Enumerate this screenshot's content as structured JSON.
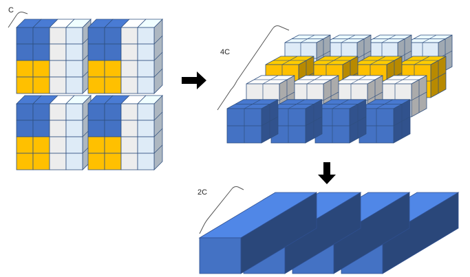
{
  "labels": {
    "block_size": "C",
    "rearranged_depth": "4C",
    "merged_depth": "2C"
  },
  "stages": {
    "input": {
      "groups": 4,
      "group_grid": "4x4"
    },
    "rearranged": {
      "rows": 3,
      "cubes_per_row": 4,
      "row_colors": [
        "#DEEBF7",
        "#FFC000",
        "#EDEDED"
      ],
      "front_row_color": "#4472C4"
    },
    "merged": {
      "bars": 4
    }
  },
  "colors": {
    "blue": "#4472C4",
    "yellow": "#FFC000",
    "gray": "#EDEDED",
    "light_blue": "#DEEBF7",
    "grid_line": "#2F4F7F",
    "arrow": "#000000"
  },
  "icons": [
    "right-arrow-icon",
    "down-arrow-icon",
    "brace-icon"
  ]
}
